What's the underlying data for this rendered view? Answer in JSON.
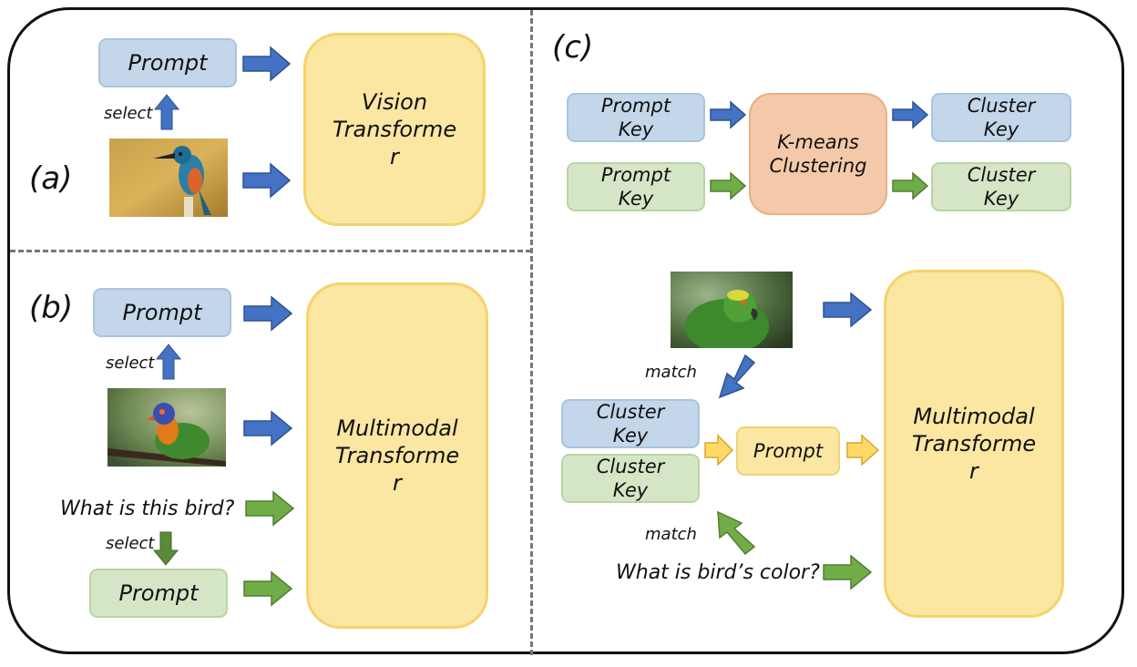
{
  "panel_labels": {
    "a": "(a)",
    "b": "(b)",
    "c": "(c)"
  },
  "panel_a": {
    "prompt": "Prompt",
    "select": "select",
    "transformer": "Vision\nTransforme\nr"
  },
  "panel_b": {
    "prompt_top": "Prompt",
    "select_top": "select",
    "question": "What is this bird?",
    "select_bottom": "select",
    "prompt_bottom": "Prompt",
    "transformer": "Multimodal\nTransforme\nr"
  },
  "panel_c": {
    "prompt_key_blue": "Prompt\nKey",
    "prompt_key_green": "Prompt\nKey",
    "kmeans": "K-means\nClustering",
    "cluster_key_blue": "Cluster\nKey",
    "cluster_key_green": "Cluster\nKey",
    "match_top": "match",
    "cluster_key_blue_lower": "Cluster\nKey",
    "cluster_key_green_lower": "Cluster\nKey",
    "prompt": "Prompt",
    "match_bottom": "match",
    "question": "What is bird’s color?",
    "transformer": "Multimodal\nTransforme\nr"
  },
  "colors": {
    "blue_arrow": "#4472c4",
    "green_arrow": "#70ad47",
    "yellow_arrow": "#ffd966",
    "blue_box": "#c3d6ea",
    "green_box": "#d5e6c6",
    "yellow_box": "#fbe6a2",
    "orange_box": "#f4c9aa"
  },
  "images": [
    "kingfisher-photo",
    "lorikeet-photo",
    "parrot-photo"
  ]
}
